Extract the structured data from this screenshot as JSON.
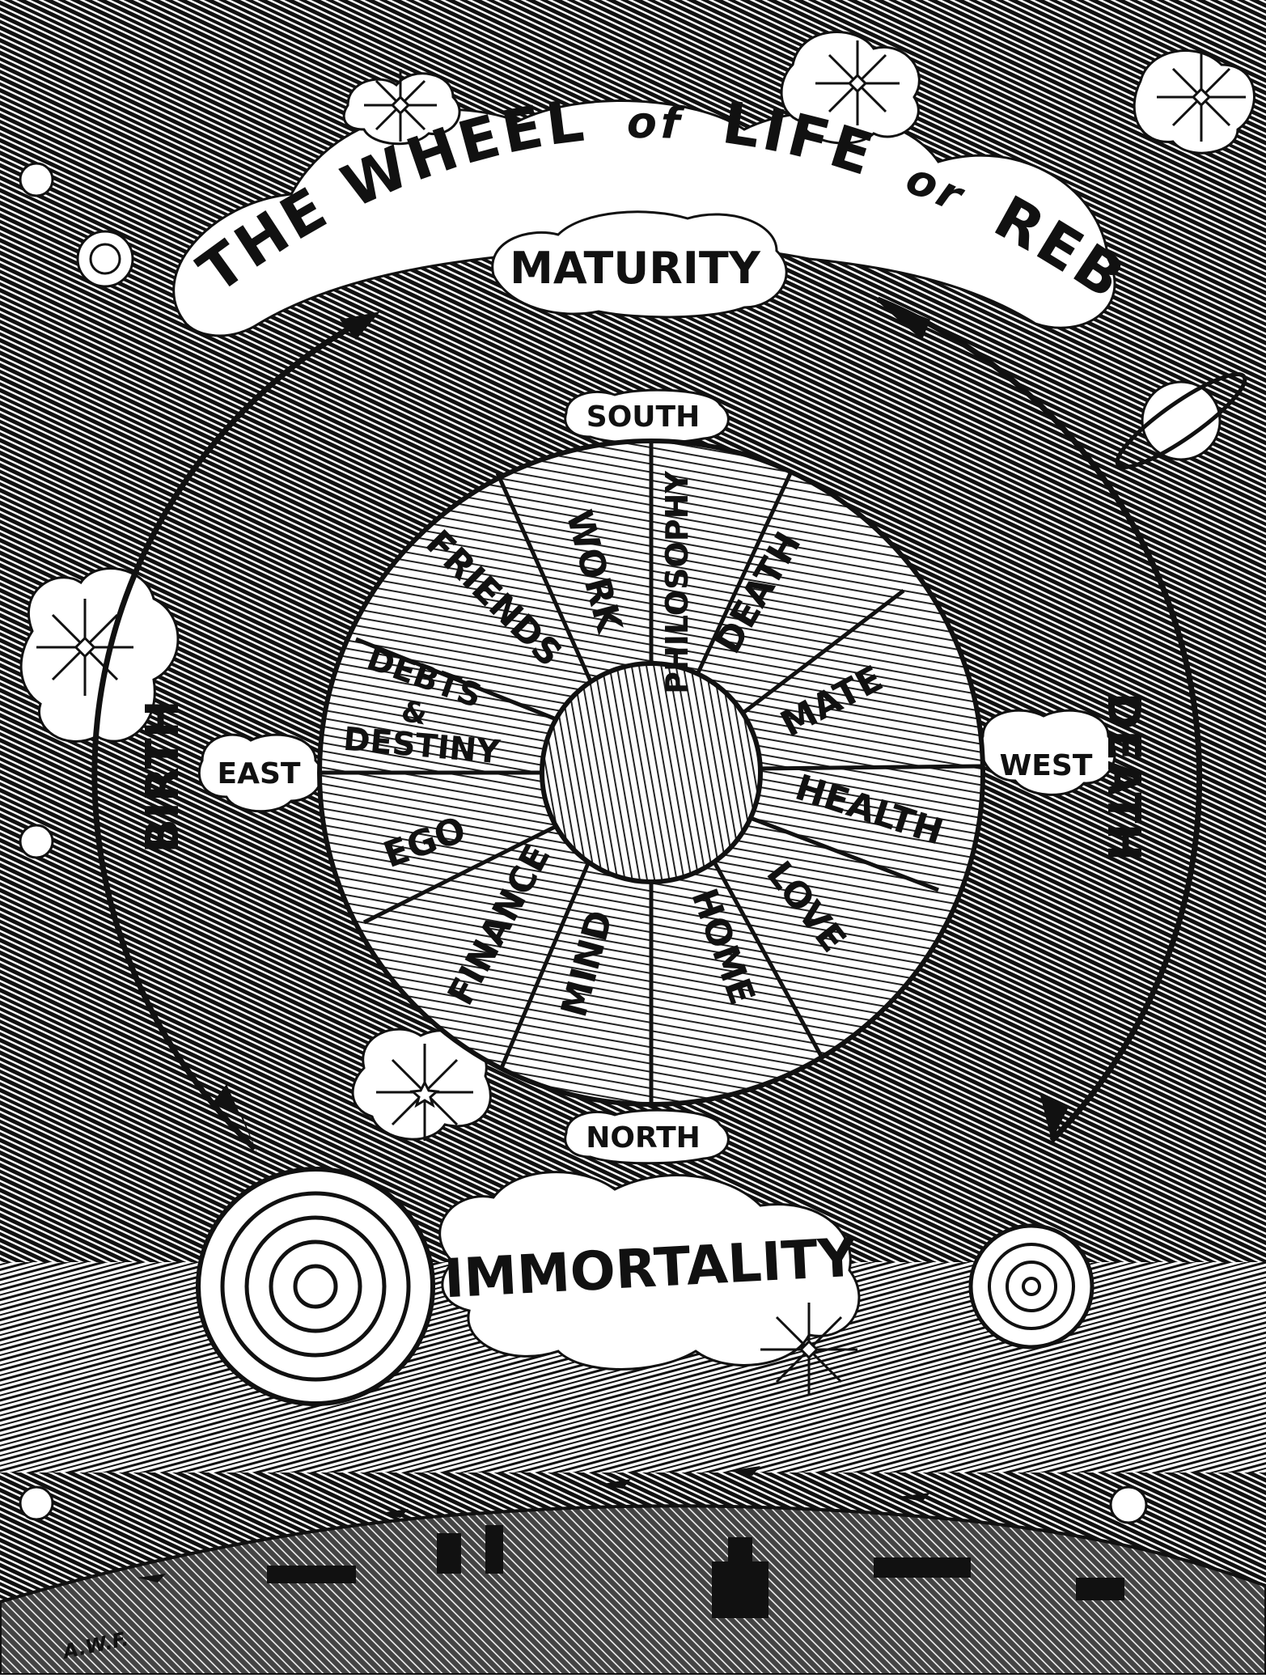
{
  "title": {
    "part1": "THE WHEEL",
    "part2": "of",
    "part3": "LIFE",
    "part4": "or",
    "part5": "REBIRTH"
  },
  "phases": {
    "top": "MATURITY",
    "left": "BIRTH",
    "right": "DEATH",
    "bottom": "IMMORTALITY"
  },
  "directions": {
    "top": "SOUTH",
    "left": "EAST",
    "right": "WEST",
    "bottom": "NORTH"
  },
  "segments": {
    "work": "WORK",
    "philosophy": "PHILOSOPHY",
    "death": "DEATH",
    "friends": "FRIENDS",
    "debts": "DEBTS",
    "and": "&",
    "destiny": "DESTINY",
    "mate": "MATE",
    "health": "HEALTH",
    "ego": "EGO",
    "finance": "FINANCE",
    "mind": "MIND",
    "home": "HOME",
    "love": "LOVE"
  },
  "signature": "A.W.F.",
  "colors": {
    "ink": "#111111",
    "paper": "#ffffff"
  }
}
